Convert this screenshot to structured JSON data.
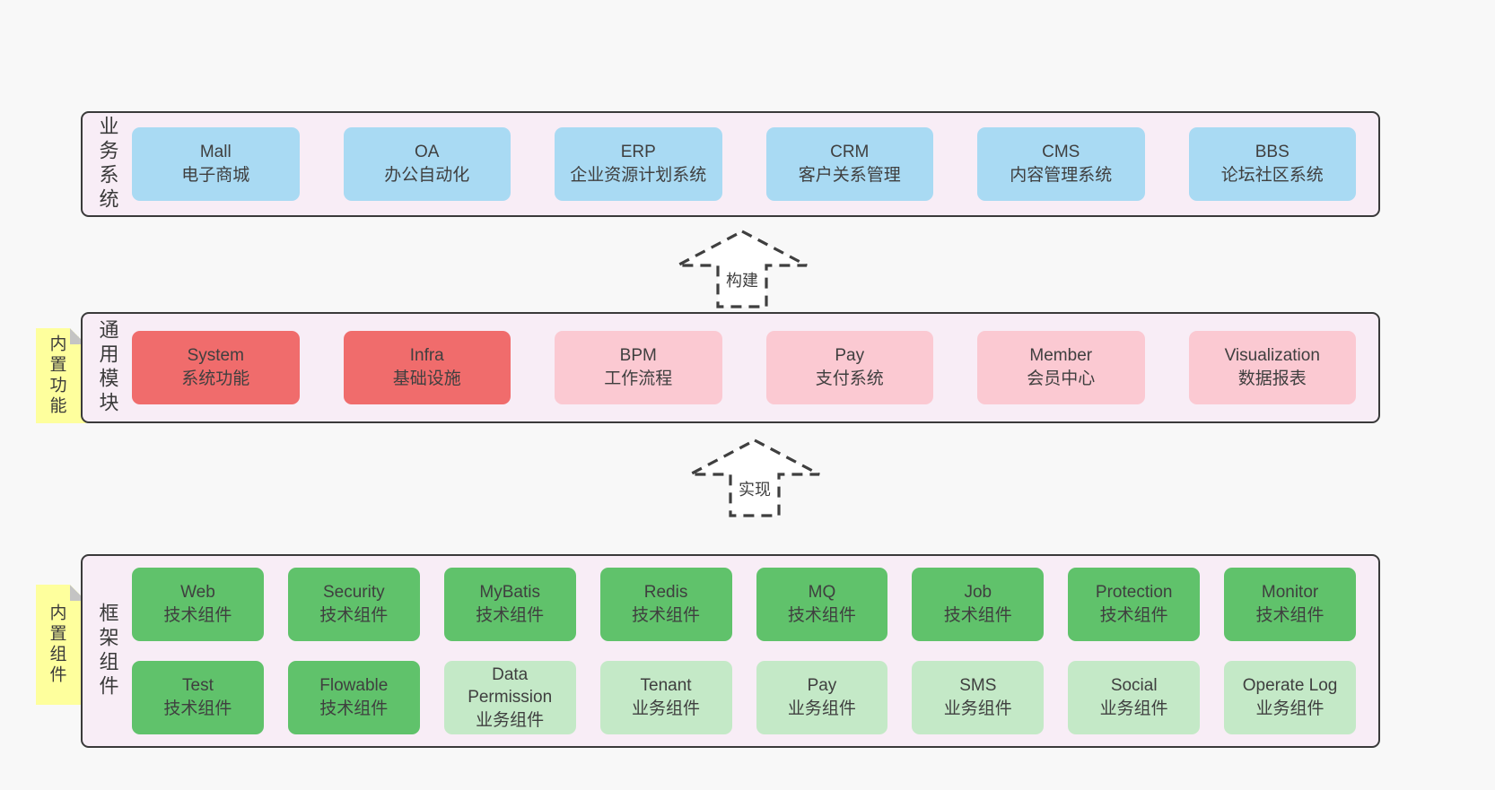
{
  "colors": {
    "page_bg": "#f8f8f8",
    "container_bg": "#f8edf6",
    "container_border": "#3a3a3a",
    "box_blue": "#a9daf3",
    "box_red": "#f06c6c",
    "box_pink": "#fbc9d2",
    "box_green": "#60c26b",
    "box_green_light": "#c4e9c7",
    "sticky_yellow": "#feff9d",
    "sticky_fold_gray": "#c4c4c4",
    "text": "#3f3f3f"
  },
  "arrows": [
    {
      "label": "构建"
    },
    {
      "label": "实现"
    }
  ],
  "layers": [
    {
      "label": "业务系统",
      "boxes": [
        {
          "name": "Mall",
          "desc": "电子商城",
          "type": "blue"
        },
        {
          "name": "OA",
          "desc": "办公自动化",
          "type": "blue"
        },
        {
          "name": "ERP",
          "desc": "企业资源计划系统",
          "type": "blue"
        },
        {
          "name": "CRM",
          "desc": "客户关系管理",
          "type": "blue"
        },
        {
          "name": "CMS",
          "desc": "内容管理系统",
          "type": "blue"
        },
        {
          "name": "BBS",
          "desc": "论坛社区系统",
          "type": "blue"
        }
      ]
    },
    {
      "label": "通用模块",
      "sticky": "内置功能",
      "boxes": [
        {
          "name": "System",
          "desc": "系统功能",
          "type": "red"
        },
        {
          "name": "Infra",
          "desc": "基础设施",
          "type": "red"
        },
        {
          "name": "BPM",
          "desc": "工作流程",
          "type": "pink"
        },
        {
          "name": "Pay",
          "desc": "支付系统",
          "type": "pink"
        },
        {
          "name": "Member",
          "desc": "会员中心",
          "type": "pink"
        },
        {
          "name": "Visualization",
          "desc": "数据报表",
          "type": "pink"
        }
      ]
    },
    {
      "label": "框架组件",
      "sticky": "内置组件",
      "rows": [
        [
          {
            "name": "Web",
            "desc": "技术组件",
            "type": "green"
          },
          {
            "name": "Security",
            "desc": "技术组件",
            "type": "green"
          },
          {
            "name": "MyBatis",
            "desc": "技术组件",
            "type": "green"
          },
          {
            "name": "Redis",
            "desc": "技术组件",
            "type": "green"
          },
          {
            "name": "MQ",
            "desc": "技术组件",
            "type": "green"
          },
          {
            "name": "Job",
            "desc": "技术组件",
            "type": "green"
          },
          {
            "name": "Protection",
            "desc": "技术组件",
            "type": "green"
          },
          {
            "name": "Monitor",
            "desc": "技术组件",
            "type": "green"
          }
        ],
        [
          {
            "name": "Test",
            "desc": "技术组件",
            "type": "green"
          },
          {
            "name": "Flowable",
            "desc": "技术组件",
            "type": "green"
          },
          {
            "name": "Data Permission",
            "desc": "业务组件",
            "type": "green-light"
          },
          {
            "name": "Tenant",
            "desc": "业务组件",
            "type": "green-light"
          },
          {
            "name": "Pay",
            "desc": "业务组件",
            "type": "green-light"
          },
          {
            "name": "SMS",
            "desc": "业务组件",
            "type": "green-light"
          },
          {
            "name": "Social",
            "desc": "业务组件",
            "type": "green-light"
          },
          {
            "name": "Operate Log",
            "desc": "业务组件",
            "type": "green-light"
          }
        ]
      ]
    }
  ]
}
